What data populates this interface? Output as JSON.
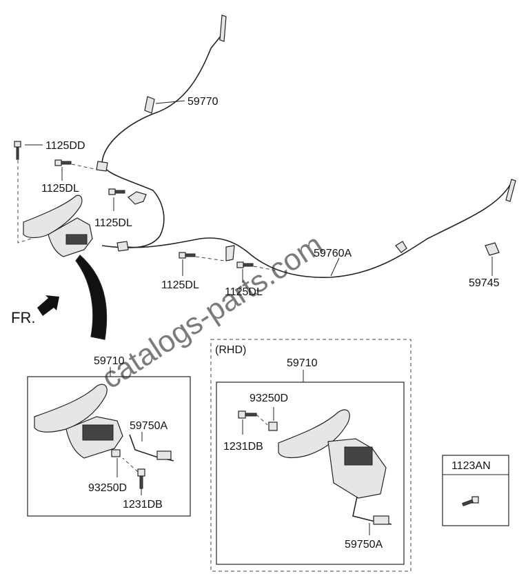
{
  "watermark": "catalogs-parts.com",
  "direction_label": "FR.",
  "rhd_label": "(RHD)",
  "labels": {
    "rear_cable_upper": "59770",
    "bolt_1125dd": "1125DD",
    "bolt_1125dl_a": "1125DL",
    "bolt_1125dl_b": "1125DL",
    "bolt_1125dl_c": "1125DL",
    "bolt_1125dl_d": "1125DL",
    "rear_cable_lower": "59760A",
    "clip": "59745",
    "lever_assy_lhd": "59710",
    "switch_lhd": "59750A",
    "clamp_lhd": "93250D",
    "screw_lhd": "1231DB",
    "lever_assy_rhd": "59710",
    "clamp_rhd": "93250D",
    "screw_rhd": "1231DB",
    "switch_rhd": "59750A",
    "bolt_box_title": "1123AN"
  }
}
